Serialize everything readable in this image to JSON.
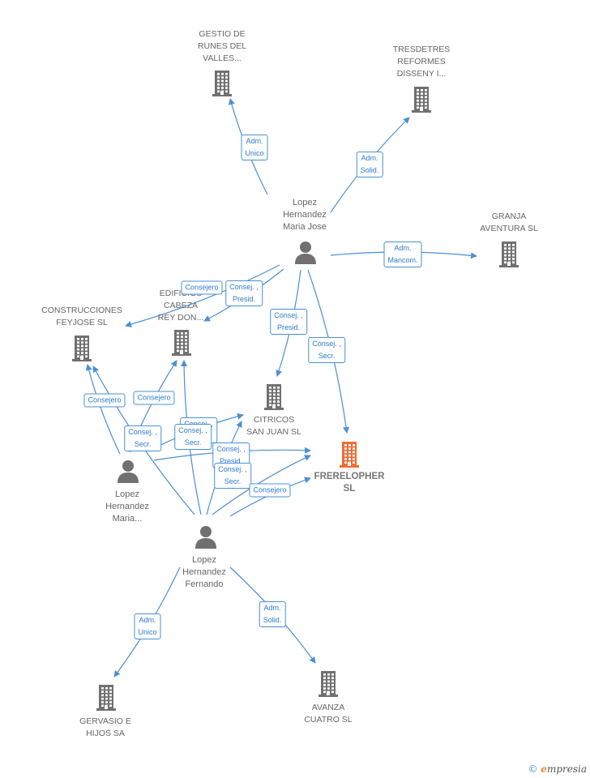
{
  "colors": {
    "edge": "#4a8fd6",
    "node_gray": "#707070",
    "focus_node": "#f26b32",
    "label": "#666666"
  },
  "companies": [
    {
      "id": "gestio",
      "label": "GESTIO DE\nRUNES DEL\nVALLES..."
    },
    {
      "id": "tresdetres",
      "label": "TRESDETRES\nREFORMES\nDISSENY I..."
    },
    {
      "id": "granja",
      "label": "GRANJA\nAVENTURA  SL"
    },
    {
      "id": "construcciones",
      "label": "CONSTRUCCIONES\nFEYJOSE SL"
    },
    {
      "id": "edificios",
      "label": "EDIFICIOS\nCABEZA\nREY DON..."
    },
    {
      "id": "citricos",
      "label": "CITRICOS\nSAN JUAN SL"
    },
    {
      "id": "frerelopher",
      "label": "FRERELOPHER\nSL",
      "focus": true
    },
    {
      "id": "gervasio",
      "label": "GERVASIO E\nHIJOS SA"
    },
    {
      "id": "avanza",
      "label": "AVANZA\nCUATRO  SL"
    }
  ],
  "persons": [
    {
      "id": "mjose",
      "label": "Lopez\nHernandez\nMaria Jose"
    },
    {
      "id": "maria",
      "label": "Lopez\nHernandez\nMaria..."
    },
    {
      "id": "fernando",
      "label": "Lopez\nHernandez\nFernando"
    }
  ],
  "relations": [
    {
      "id": "r1",
      "label": "Adm.\nUnico"
    },
    {
      "id": "r2",
      "label": "Adm.\nSolid."
    },
    {
      "id": "r3",
      "label": "Adm.\nMancom."
    },
    {
      "id": "r4",
      "label": "Consejero"
    },
    {
      "id": "r5",
      "label": "Consej. ,\nPresid."
    },
    {
      "id": "r6",
      "label": "Consej. ,\nPresid."
    },
    {
      "id": "r7",
      "label": "Consej. ,\nSecr."
    },
    {
      "id": "r8",
      "label": "Consejero"
    },
    {
      "id": "r9",
      "label": "Consejero"
    },
    {
      "id": "r10",
      "label": "Consej. ,\nSecr."
    },
    {
      "id": "r11",
      "label": "Consej. ,\nSecr."
    },
    {
      "id": "r11b",
      "label": "Consej. ,\nSecr."
    },
    {
      "id": "r12",
      "label": "Consej. ,\nPresid."
    },
    {
      "id": "r13",
      "label": "Consej. ,\nSecr."
    },
    {
      "id": "r14",
      "label": "Consejero"
    },
    {
      "id": "r15",
      "label": "Adm.\nUnico"
    },
    {
      "id": "r16",
      "label": "Adm.\nSolid."
    }
  ],
  "brand": {
    "copyright": "©",
    "initial": "e",
    "rest": "mpresia"
  }
}
